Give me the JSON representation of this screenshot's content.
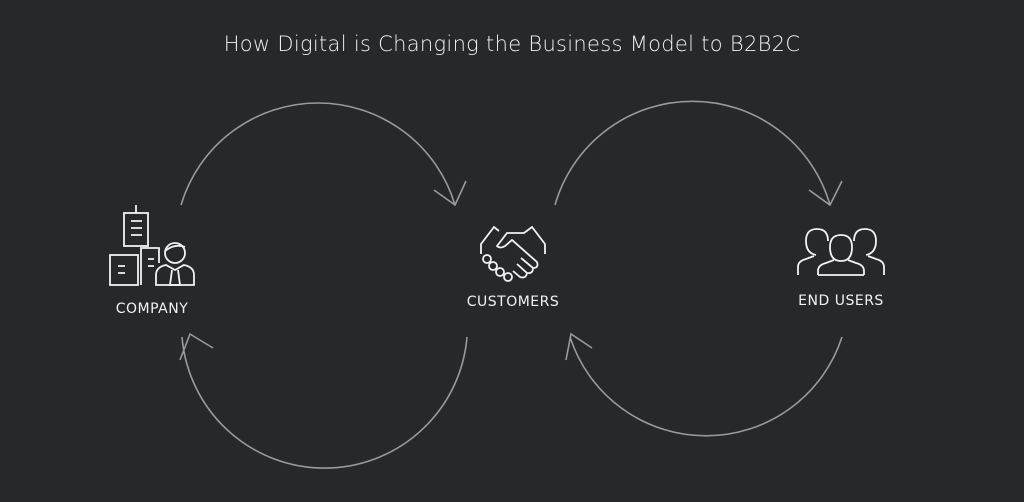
{
  "title": "How Digital is Changing the Business Model to B2B2C",
  "nodes": [
    {
      "label": "COMPANY",
      "icon": "company-building-person-icon"
    },
    {
      "label": "CUSTOMERS",
      "icon": "handshake-icon"
    },
    {
      "label": "END USERS",
      "icon": "user-group-icon"
    }
  ],
  "colors": {
    "background": "#262829",
    "line": "#9a9a9a",
    "text": "#f2f2f2"
  }
}
